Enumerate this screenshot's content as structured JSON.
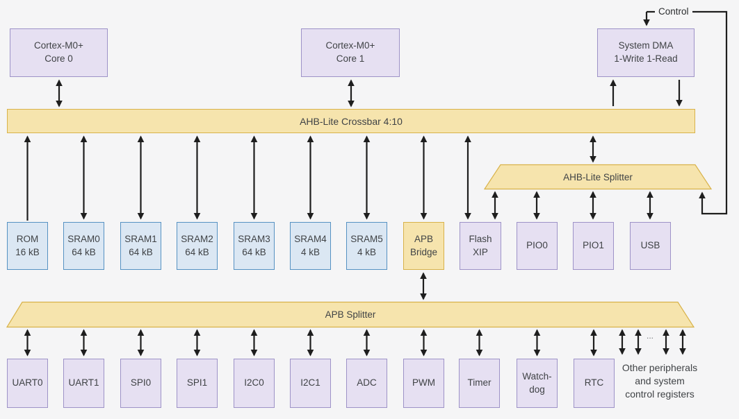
{
  "diagram": {
    "control_label": "Control",
    "ellipsis": "...",
    "note": {
      "line1": "Other peripherals",
      "line2": "and system",
      "line3": "control registers"
    }
  },
  "buses": {
    "crossbar": {
      "label": "AHB-Lite Crossbar 4:10"
    },
    "ahb_splitter": {
      "label": "AHB-Lite Splitter"
    },
    "apb_splitter": {
      "label": "APB Splitter"
    }
  },
  "top_row": [
    {
      "line1": "Cortex-M0+",
      "line2": "Core 0"
    },
    {
      "line1": "Cortex-M0+",
      "line2": "Core 1"
    },
    {
      "line1": "System DMA",
      "line2": "1-Write 1-Read"
    }
  ],
  "memory_row": [
    {
      "line1": "ROM",
      "line2": "16 kB"
    },
    {
      "line1": "SRAM0",
      "line2": "64 kB"
    },
    {
      "line1": "SRAM1",
      "line2": "64 kB"
    },
    {
      "line1": "SRAM2",
      "line2": "64 kB"
    },
    {
      "line1": "SRAM3",
      "line2": "64 kB"
    },
    {
      "line1": "SRAM4",
      "line2": "4 kB"
    },
    {
      "line1": "SRAM5",
      "line2": "4 kB"
    },
    {
      "line1": "APB",
      "line2": "Bridge"
    },
    {
      "line1": "Flash",
      "line2": "XIP"
    },
    {
      "line1": "PIO0"
    },
    {
      "line1": "PIO1"
    },
    {
      "line1": "USB"
    }
  ],
  "peripheral_row": [
    {
      "line1": "UART0"
    },
    {
      "line1": "UART1"
    },
    {
      "line1": "SPI0"
    },
    {
      "line1": "SPI1"
    },
    {
      "line1": "I2C0"
    },
    {
      "line1": "I2C1"
    },
    {
      "line1": "ADC"
    },
    {
      "line1": "PWM"
    },
    {
      "line1": "Timer"
    },
    {
      "line1": "Watch-",
      "line2": "dog"
    },
    {
      "line1": "RTC"
    }
  ],
  "colors": {
    "background": "#f5f5f6",
    "bus_fill": "#f6e4ad",
    "bus_border": "#d8b24a",
    "memory_fill": "#dbe7f3",
    "memory_border": "#5591c2",
    "peripheral_fill": "#e6e0f2",
    "peripheral_border": "#9d92c7",
    "arrow": "#1e1e1e"
  }
}
